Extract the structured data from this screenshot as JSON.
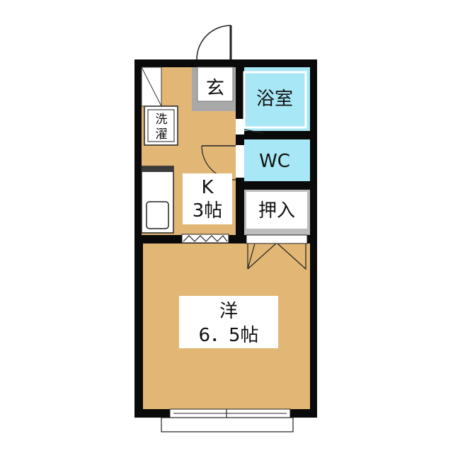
{
  "rooms": {
    "entrance": {
      "label": "玄"
    },
    "bath": {
      "label": "浴室"
    },
    "toilet": {
      "label": "WC"
    },
    "kitchen": {
      "label_line1": "K",
      "label_line2": "3帖"
    },
    "closet": {
      "label": "押入"
    },
    "laundry": {
      "label_line1": "洗",
      "label_line2": "濯"
    },
    "western": {
      "label_line1": "洋",
      "label_line2": "6．5帖"
    }
  },
  "colors": {
    "floor": "#e2b776",
    "wall": "#0a0a0a",
    "wet_area": "#a8e7f5",
    "entrance_floor": "#a9a9a9",
    "closet_floor": "#bdbdbd"
  }
}
